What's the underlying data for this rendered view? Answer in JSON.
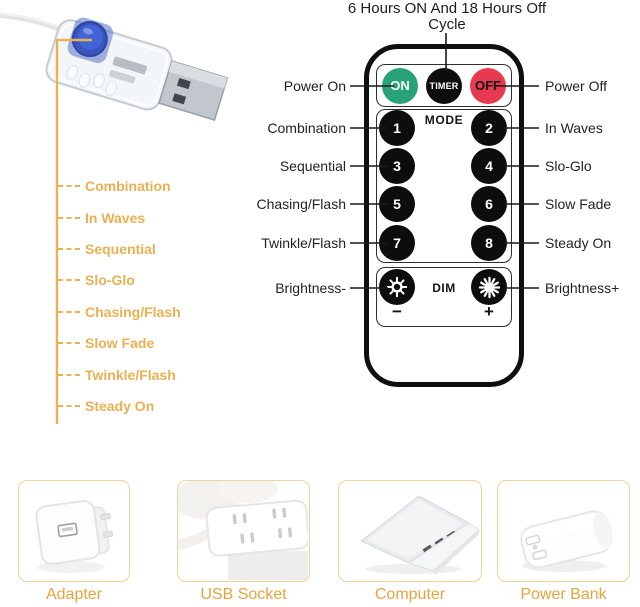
{
  "header": {
    "timer_note_line1": "6 Hours ON And 18 Hours Off",
    "timer_note_line2": "Cycle"
  },
  "controller": {
    "mode_list": [
      "Combination",
      "In Waves",
      "Sequential",
      "Slo-Glo",
      "Chasing/Flash",
      "Slow Fade",
      "Twinkle/Flash",
      "Steady On"
    ]
  },
  "remote": {
    "power": {
      "on": "ON",
      "timer": "TIMER",
      "off": "OFF"
    },
    "mode": {
      "title": "MODE",
      "buttons": [
        "1",
        "2",
        "3",
        "4",
        "5",
        "6",
        "7",
        "8"
      ]
    },
    "dim": {
      "title": "DIM",
      "minus": "−",
      "plus": "+"
    },
    "left_labels": [
      "Power On",
      "Combination",
      "Sequential",
      "Chasing/Flash",
      "Twinkle/Flash",
      "Brightness-"
    ],
    "right_labels": [
      "Power Off",
      "In Waves",
      "Slo-Glo",
      "Slow Fade",
      "Steady On",
      "Brightness+"
    ]
  },
  "power_options": [
    "Adapter",
    "USB Socket",
    "Computer",
    "Power Bank"
  ],
  "colors": {
    "on_button": "#28a377",
    "off_button": "#e73a50",
    "black_button": "#0d0d0d",
    "mode_list_text": "#e9b052",
    "power_option_text": "#e8a33d",
    "card_border": "#ecd49c"
  }
}
